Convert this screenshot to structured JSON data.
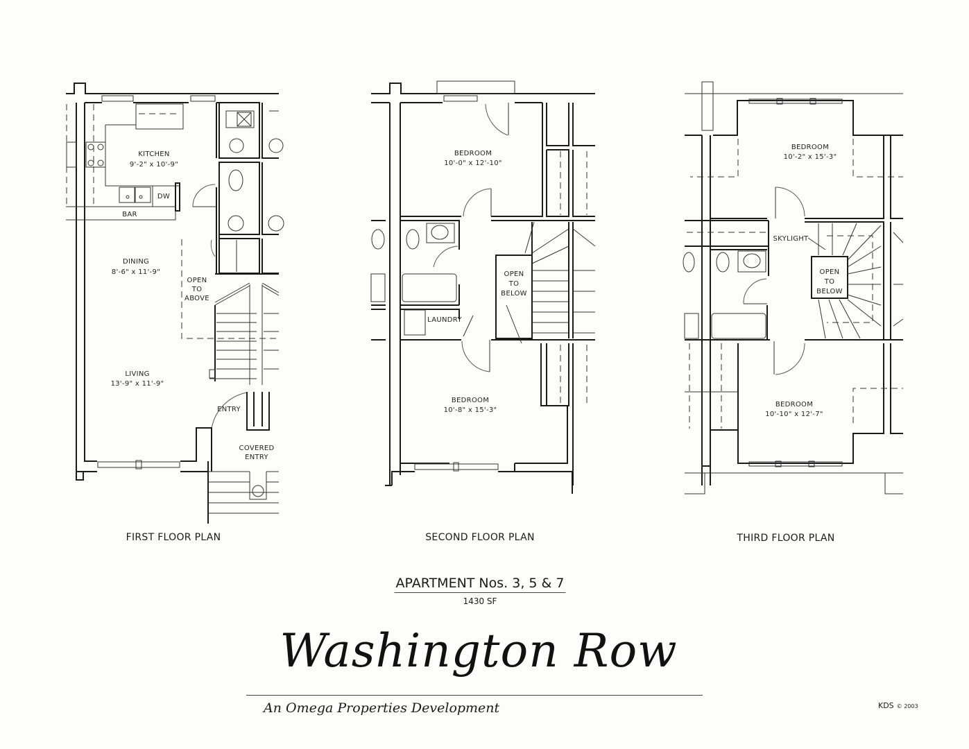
{
  "document": {
    "type": "floor-plan-sheet",
    "project_name": "Washington Row",
    "developer_line": "An Omega Properties Development",
    "apartment_title": "APARTMENT Nos. 3, 5 & 7",
    "area": "1430 SF",
    "credit": "KDS",
    "copyright": "© 2003"
  },
  "plans": [
    {
      "title": "FIRST FLOOR PLAN",
      "rooms": [
        {
          "name": "KITCHEN",
          "size": "9'-2\" x 10'-9\""
        },
        {
          "name": "DINING",
          "size": "8'-6\" x 11'-9\""
        },
        {
          "name": "LIVING",
          "size": "13'-9\" x 11'-9\""
        }
      ],
      "labels": {
        "dw": "DW",
        "bar": "BAR",
        "open_to_above_1": "OPEN",
        "open_to_above_2": "TO",
        "open_to_above_3": "ABOVE",
        "entry": "ENTRY",
        "covered_entry_1": "COVERED",
        "covered_entry_2": "ENTRY"
      }
    },
    {
      "title": "SECOND FLOOR PLAN",
      "rooms": [
        {
          "name": "BEDROOM",
          "size": "10'-0\" x 12'-10\""
        },
        {
          "name": "BEDROOM",
          "size": "10'-8\" x 15'-3\""
        }
      ],
      "labels": {
        "laundry": "LAUNDRY",
        "open_to_below_1": "OPEN",
        "open_to_below_2": "TO",
        "open_to_below_3": "BELOW"
      }
    },
    {
      "title": "THIRD FLOOR PLAN",
      "rooms": [
        {
          "name": "BEDROOM",
          "size": "10'-2\" x 15'-3\""
        },
        {
          "name": "BEDROOM",
          "size": "10'-10\" x 12'-7\""
        }
      ],
      "labels": {
        "skylight": "SKYLIGHT",
        "open_to_below_1": "OPEN",
        "open_to_below_2": "TO",
        "open_to_below_3": "BELOW"
      }
    }
  ],
  "colors": {
    "ink": "#1a1a1a",
    "paper": "#fdfdfc"
  }
}
